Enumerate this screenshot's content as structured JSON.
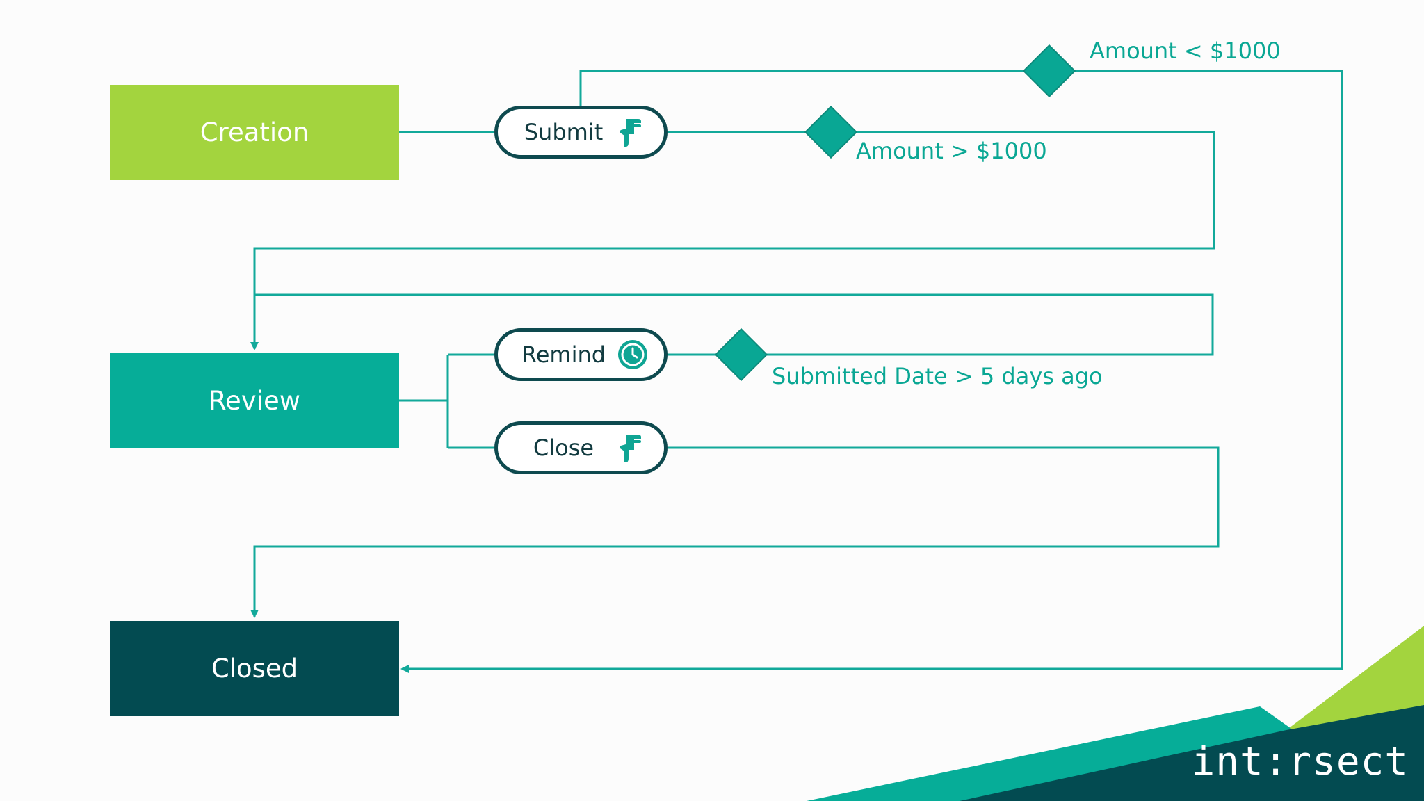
{
  "colors": {
    "creation": "#a3d43e",
    "review": "#06ad98",
    "closed": "#034b51",
    "line": "#12a99a",
    "diamond": "#09a794",
    "pill_border": "#0e4a4f"
  },
  "states": {
    "creation": "Creation",
    "review": "Review",
    "closed": "Closed"
  },
  "actions": {
    "submit": {
      "label": "Submit",
      "icon": "hand-pointer-icon"
    },
    "remind": {
      "label": "Remind",
      "icon": "clock-icon"
    },
    "close": {
      "label": "Close",
      "icon": "hand-pointer-icon"
    }
  },
  "conditions": {
    "amount_lt": "Amount < $1000",
    "amount_gt": "Amount > $1000",
    "submitted_date": "Submitted Date > 5 days ago"
  },
  "brand": "int:rsect"
}
